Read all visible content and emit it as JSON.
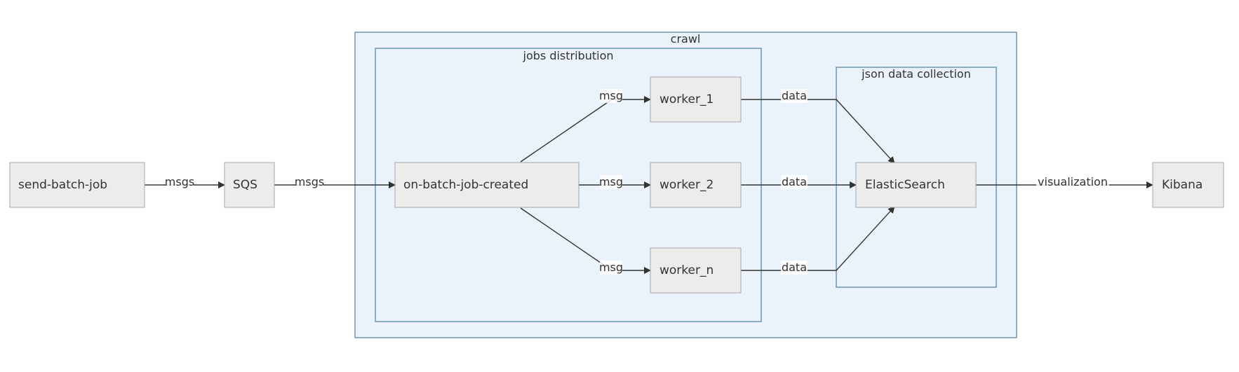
{
  "diagram": {
    "clusters": {
      "crawl": "crawl",
      "jobs_distribution": "jobs distribution",
      "json_data_collection": "json data collection"
    },
    "nodes": {
      "send_batch_job": "send-batch-job",
      "sqs": "SQS",
      "on_batch_job_created": "on-batch-job-created",
      "worker_1": "worker_1",
      "worker_2": "worker_2",
      "worker_n": "worker_n",
      "elasticsearch": "ElasticSearch",
      "kibana": "Kibana"
    },
    "edges": {
      "send_to_sqs": "msgs",
      "sqs_to_batch": "msgs",
      "batch_to_worker_1": "msg",
      "batch_to_worker_2": "msg",
      "batch_to_worker_n": "msg",
      "worker_1_to_es": "data",
      "worker_2_to_es": "data",
      "worker_n_to_es": "data",
      "es_to_kibana": "visualization"
    }
  }
}
